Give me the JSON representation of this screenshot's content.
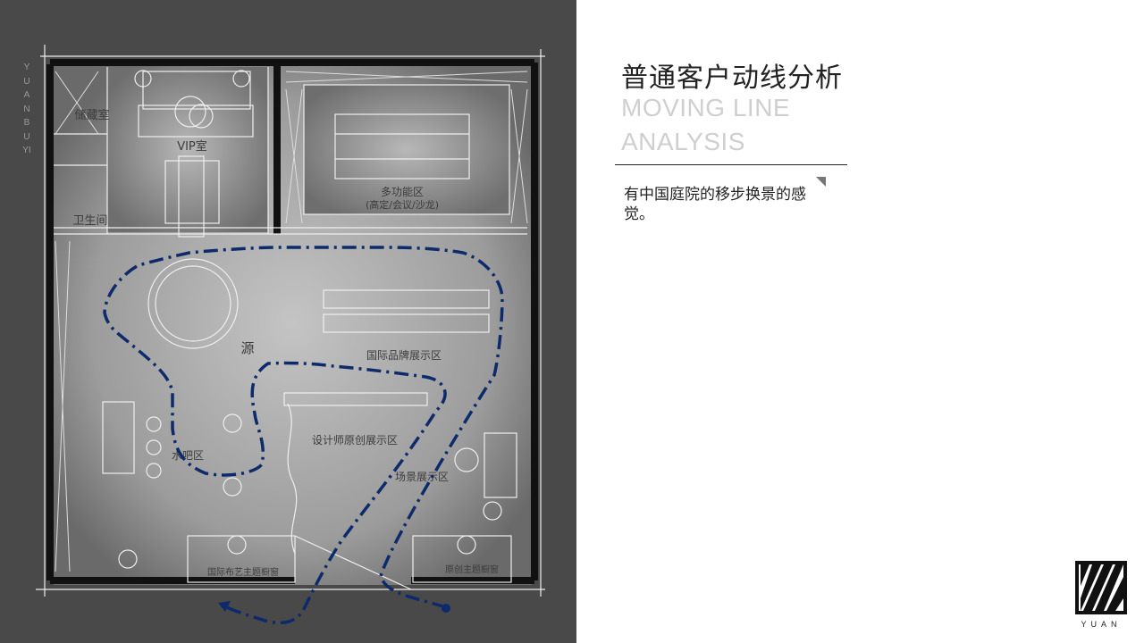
{
  "side_label": "YUANBUYI",
  "plan": {
    "rooms": {
      "storage": "储藏室",
      "vip": "VIP室",
      "restroom": "卫生间",
      "multi_function": "多功能区",
      "multi_function_sub": "(高定/会议/沙龙)",
      "source": "源",
      "intl_brand": "国际品牌展示区",
      "water_bar": "水吧区",
      "designer_original": "设计师原创展示区",
      "scene": "场景展示区",
      "intl_fabric_window": "国际布艺主题橱窗",
      "original_window": "原创主题橱窗"
    },
    "path_color": "#0d2a6b"
  },
  "slide": {
    "title": "普通客户动线分析",
    "subtitle_line1": "MOVING LINE",
    "subtitle_line2": "ANALYSIS",
    "body": "有中国庭院的移步换景的感觉。"
  },
  "logo": {
    "text": "YUAN"
  }
}
